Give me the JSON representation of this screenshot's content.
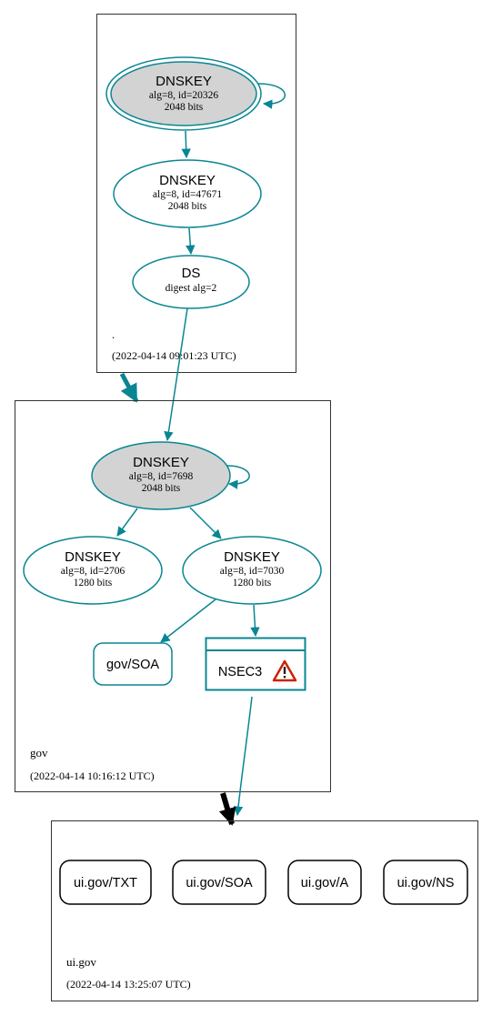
{
  "colors": {
    "teal": "#0a8693",
    "node_fill_ksk": "#d3d3d3",
    "zone_border": "#333333",
    "arrow_black": "#000000",
    "warning_red": "#cc2200"
  },
  "zones": {
    "root": {
      "name": ".",
      "timestamp": "(2022-04-14 09:01:23 UTC)"
    },
    "gov": {
      "name": "gov",
      "timestamp": "(2022-04-14 10:16:12 UTC)"
    },
    "uigov": {
      "name": "ui.gov",
      "timestamp": "(2022-04-14 13:25:07 UTC)"
    }
  },
  "nodes": {
    "root_ksk": {
      "title": "DNSKEY",
      "line1": "alg=8, id=20326",
      "line2": "2048 bits"
    },
    "root_zsk": {
      "title": "DNSKEY",
      "line1": "alg=8, id=47671",
      "line2": "2048 bits"
    },
    "root_ds": {
      "title": "DS",
      "line1": "digest alg=2"
    },
    "gov_ksk": {
      "title": "DNSKEY",
      "line1": "alg=8, id=7698",
      "line2": "2048 bits"
    },
    "gov_zsk1": {
      "title": "DNSKEY",
      "line1": "alg=8, id=2706",
      "line2": "1280 bits"
    },
    "gov_zsk2": {
      "title": "DNSKEY",
      "line1": "alg=8, id=7030",
      "line2": "1280 bits"
    },
    "gov_soa": {
      "label": "gov/SOA"
    },
    "gov_nsec3": {
      "label": "NSEC3",
      "icon": "warning-icon"
    },
    "ui_txt": {
      "label": "ui.gov/TXT"
    },
    "ui_soa": {
      "label": "ui.gov/SOA"
    },
    "ui_a": {
      "label": "ui.gov/A"
    },
    "ui_ns": {
      "label": "ui.gov/NS"
    }
  }
}
